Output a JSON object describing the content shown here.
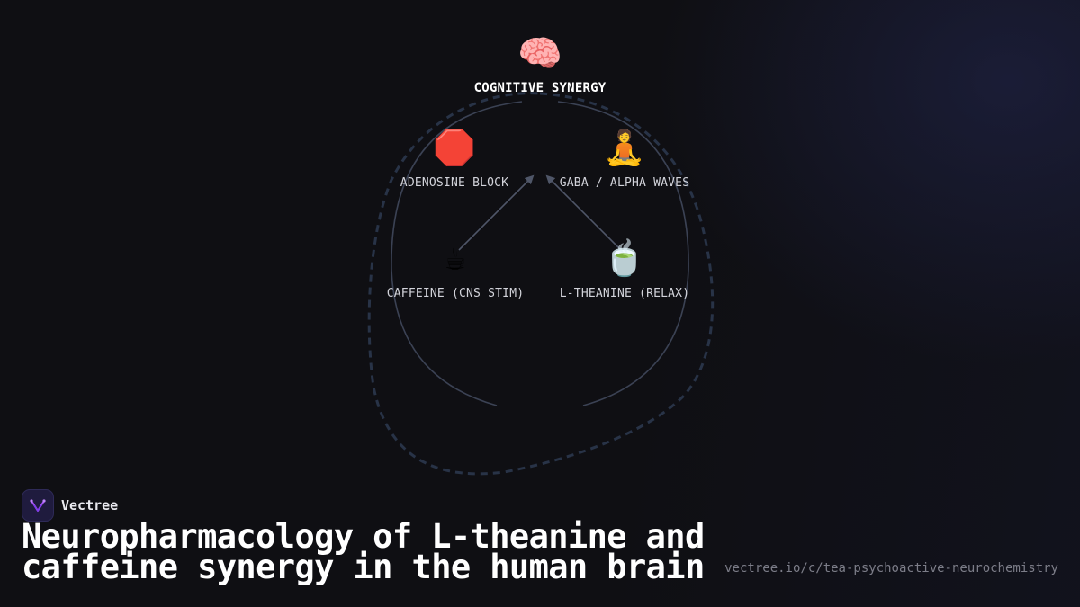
{
  "diagram": {
    "top_node": {
      "icon": "🧠",
      "icon_name": "brain-icon",
      "label": "COGNITIVE SYNERGY"
    },
    "mid_left": {
      "icon": "🛑",
      "icon_name": "stop-sign-icon",
      "label": "ADENOSINE BLOCK"
    },
    "mid_right": {
      "icon": "🧘",
      "icon_name": "meditation-icon",
      "label": "GABA / ALPHA WAVES"
    },
    "bottom_left": {
      "icon": "☕",
      "icon_name": "coffee-icon",
      "label": "CAFFEINE (CNS STIM)"
    },
    "bottom_right": {
      "icon": "🍵",
      "icon_name": "green-tea-icon",
      "label": "L-THEANINE (RELAX)"
    },
    "colors": {
      "arc": "#3b4254",
      "dashed": "#283347",
      "arrow": "#4f5668"
    }
  },
  "brand": {
    "name": "Vectree",
    "logo_icon": "vectree-logo-icon",
    "accent": "#a855f7"
  },
  "title": "Neuropharmacology of L-theanine and caffeine synergy in the human brain",
  "footer": {
    "url": "vectree.io/c/tea-psychoactive-neurochemistry"
  }
}
